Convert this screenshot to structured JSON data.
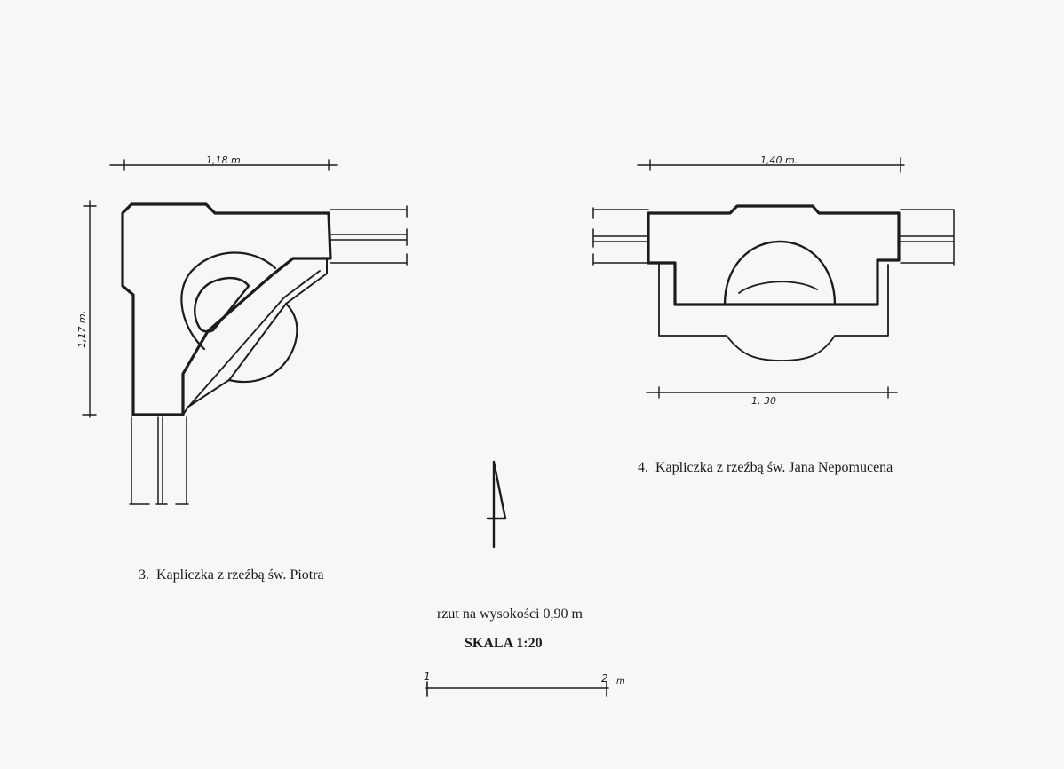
{
  "plan3": {
    "number": "3.",
    "caption": "Kapliczka z rzeźbą św. Piotra",
    "dim_width": "1,18 m",
    "dim_height": "1,17 m."
  },
  "plan4": {
    "number": "4.",
    "caption": "Kapliczka z rzeźbą św. Jana Nepomucena",
    "dim_top": "1,40 m.",
    "dim_bottom": "1, 30"
  },
  "footer": {
    "section_note": "rzut na wysokości 0,90 m",
    "scale_title": "SKALA 1:20",
    "scalebar_left": "1",
    "scalebar_right": "2",
    "scalebar_unit": "m"
  },
  "colors": {
    "ink": "#1c1c1c",
    "paper": "#f7f7f5"
  }
}
